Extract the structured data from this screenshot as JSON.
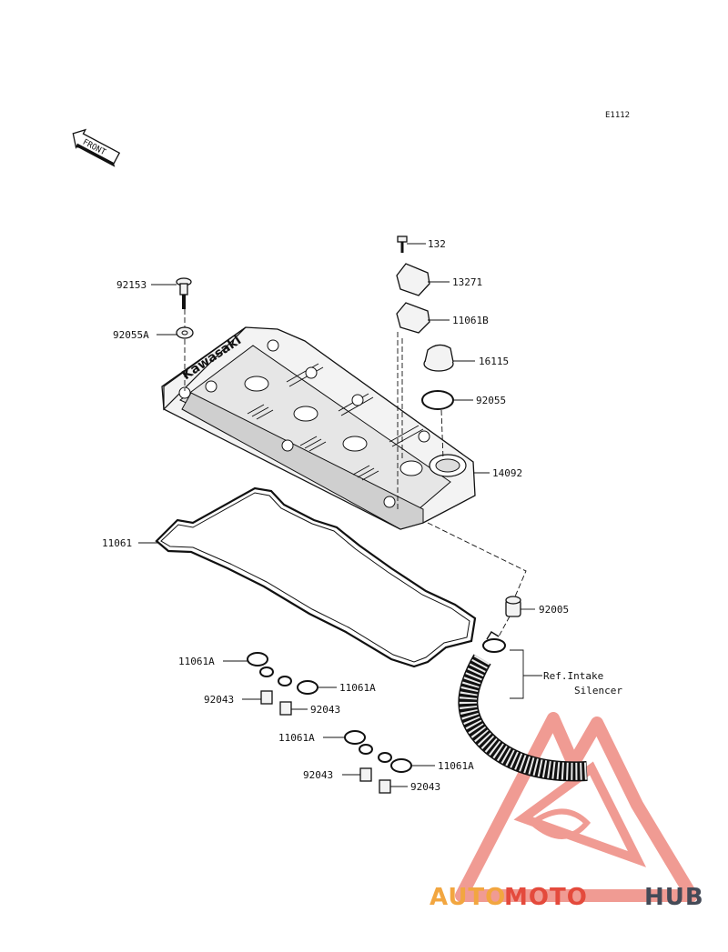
{
  "diagram_code": "E1112",
  "front_label": "FRONT",
  "cover_brand": "Kawasaki",
  "ref_note": {
    "line1": "Ref.Intake",
    "line2": "Silencer"
  },
  "parts": {
    "p132": "132",
    "p13271": "13271",
    "p11061B": "11061B",
    "p16115": "16115",
    "p92055": "92055",
    "p14092": "14092",
    "p92153": "92153",
    "p92055A": "92055A",
    "p11061": "11061",
    "p92005": "92005",
    "p11061A_1": "11061A",
    "p92043_1": "92043",
    "p11061A_2": "11061A",
    "p92043_2": "92043",
    "p11061A_3": "11061A",
    "p92043_3": "92043",
    "p11061A_4": "11061A",
    "p92043_4": "92043"
  },
  "watermark": {
    "part1": "AUTO",
    "part2": "MOTO",
    "part3": "HUB",
    "color_orange": "#f2a640",
    "color_red": "#e44a3c",
    "color_dark": "#444a57"
  }
}
